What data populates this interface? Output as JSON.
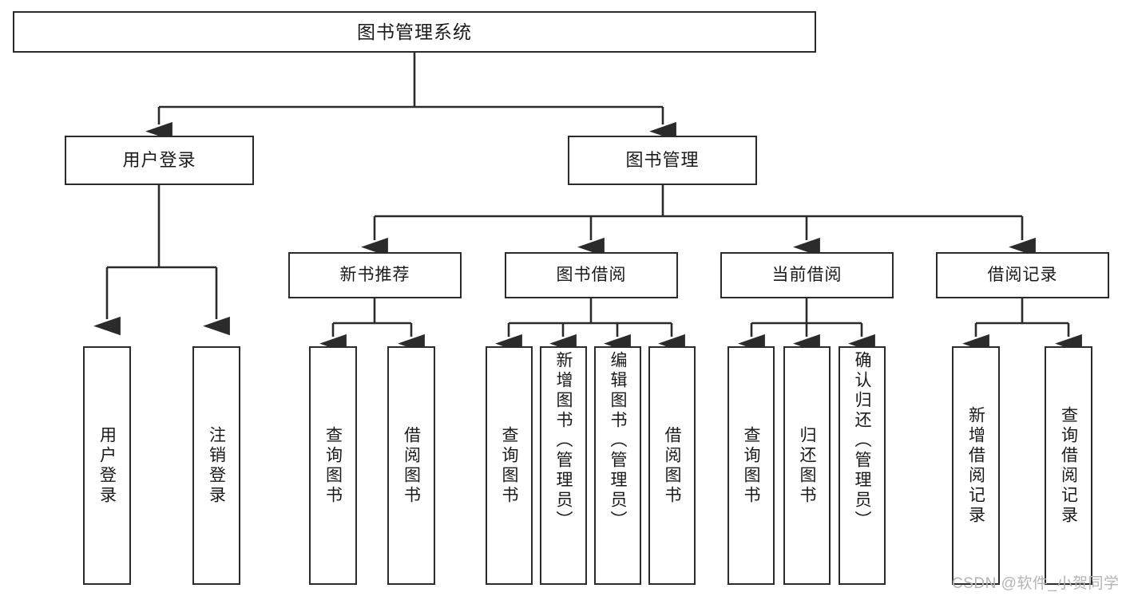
{
  "diagram": {
    "title": "图书管理系统",
    "type": "tree",
    "root": {
      "label": "图书管理系统"
    },
    "level2": [
      {
        "label": "用户登录"
      },
      {
        "label": "图书管理"
      }
    ],
    "level3": [
      {
        "label": "新书推荐"
      },
      {
        "label": "图书借阅"
      },
      {
        "label": "当前借阅"
      },
      {
        "label": "借阅记录"
      }
    ],
    "leaves": {
      "user_login": [
        {
          "label": "用户登录"
        },
        {
          "label": "注销登录"
        }
      ],
      "new_book": [
        {
          "label": "查询图书"
        },
        {
          "label": "借阅图书"
        }
      ],
      "borrow": [
        {
          "label": "查询图书"
        },
        {
          "label": "新增图书（管理员）"
        },
        {
          "label": "编辑图书（管理员）"
        },
        {
          "label": "借阅图书"
        }
      ],
      "current": [
        {
          "label": "查询图书"
        },
        {
          "label": "归还图书"
        },
        {
          "label": "确认归还（管理员）"
        }
      ],
      "records": [
        {
          "label": "新增借阅记录"
        },
        {
          "label": "查询借阅记录"
        }
      ]
    }
  },
  "watermark": {
    "text": "CSDN @软件_小贺同学"
  },
  "colors": {
    "border": "#2b2b2b",
    "background": "#ffffff",
    "text": "#1a1a1a",
    "watermark": "#b4b4b4"
  }
}
